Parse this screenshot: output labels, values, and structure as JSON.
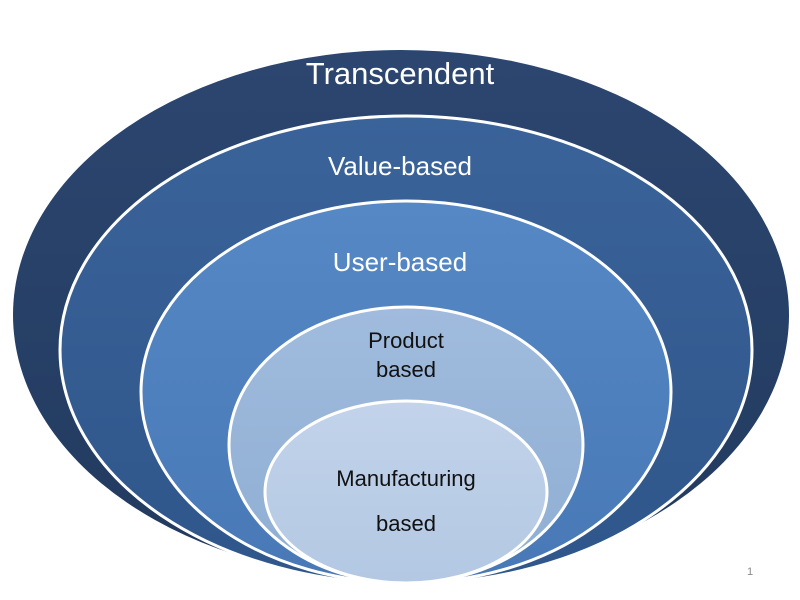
{
  "diagram": {
    "rings": [
      {
        "id": "transcendent",
        "lines": [
          "Transcendent"
        ],
        "color": "#284064"
      },
      {
        "id": "value-based",
        "lines": [
          "Value-based"
        ],
        "color": "#355d92"
      },
      {
        "id": "user-based",
        "lines": [
          "User-based"
        ],
        "color": "#4f81bd"
      },
      {
        "id": "product-based",
        "lines": [
          "Product",
          "based"
        ],
        "color": "#95b3d7"
      },
      {
        "id": "manufacturing-based",
        "lines": [
          "Manufacturing",
          "based"
        ],
        "color": "#b9cde5"
      }
    ],
    "ring_border_color": "#ffffff"
  },
  "slide_number": "1"
}
